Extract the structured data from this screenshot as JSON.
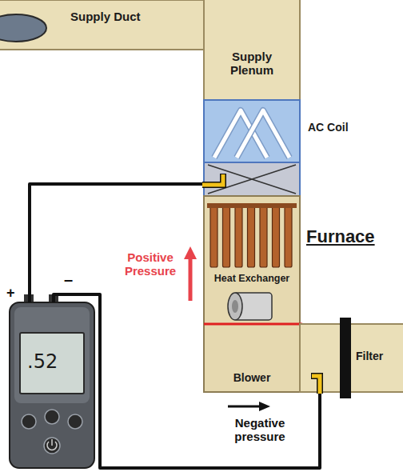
{
  "diagram": {
    "nodes": [
      {
        "text": [
          "Supply Duct"
        ]
      },
      {
        "text": [
          "Supply Plenum"
        ]
      },
      {
        "text": [
          "AC Coil"
        ]
      },
      {
        "text": [
          "Furnace"
        ]
      },
      {
        "text": [
          "Heat Exchanger"
        ],
        "in": 3
      },
      {
        "text": [
          "Blower"
        ],
        "in": 3
      },
      {
        "text": [
          "Filter"
        ]
      },
      {
        "text": [
          ".52"
        ]
      }
    ],
    "edges": [
      {
        "from": 7,
        "to": 2,
        "arrow": "none"
      },
      {
        "from": 7,
        "to": 6,
        "arrow": "none"
      }
    ],
    "labels": [
      "+",
      "–",
      "Positive Pressure",
      "Negative pressure"
    ]
  }
}
